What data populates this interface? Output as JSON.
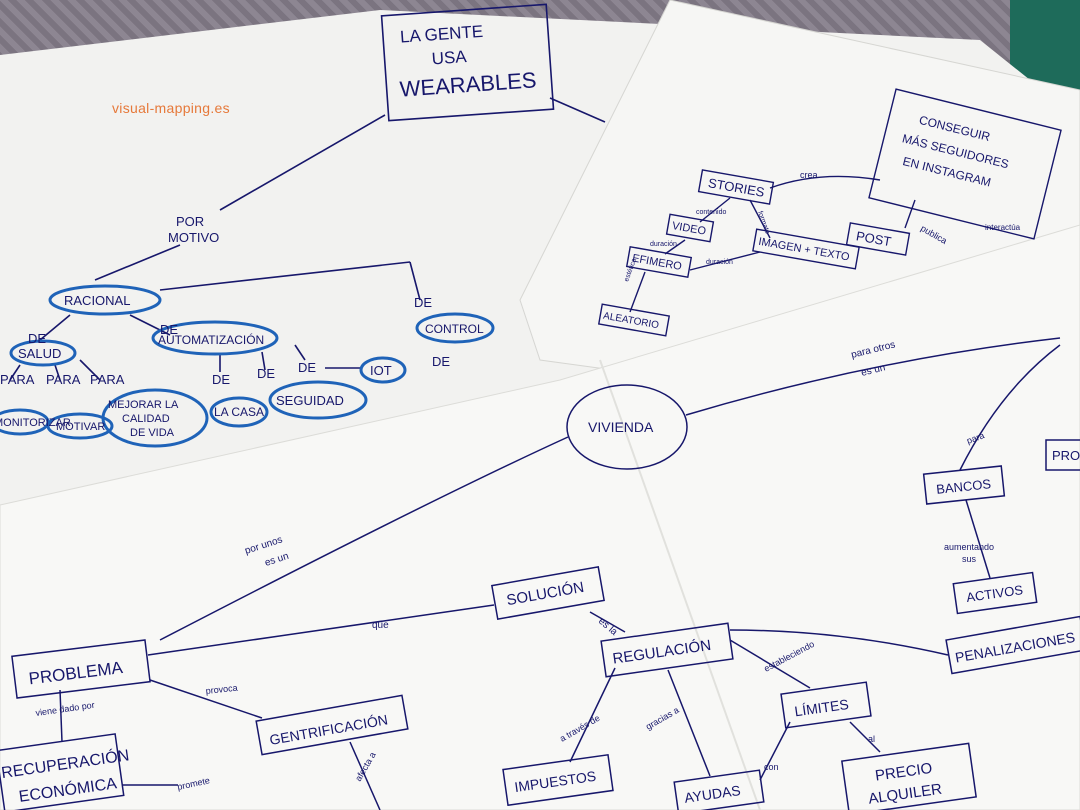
{
  "watermark": "visual-mapping.es",
  "colors": {
    "ink": "#17176b",
    "highlight": "#1f63b8",
    "paper": "#f4f4f2",
    "watermark": "#e6793a"
  },
  "map_wearables": {
    "center": [
      "LA GENTE",
      "USA",
      "WEARABLES"
    ],
    "link_motivo": [
      "POR",
      "MOTIVO"
    ],
    "racional": "RACIONAL",
    "de_salud_de": "DE",
    "salud": "SALUD",
    "para1": "PARA",
    "para2": "PARA",
    "para3": "PARA",
    "monitorizar": "MONITORIZAR",
    "motivar": "MOTIVAR",
    "calidad": [
      "MEJORAR LA",
      "CALIDAD",
      "DE VIDA"
    ],
    "de_auto": "DE",
    "automatizacion": "AUTOMATIZACIÓN",
    "de_casa": "DE",
    "de_seg": "DE",
    "de_iot": "DE",
    "la_casa": "LA CASA",
    "seguridad": "SEGUIDAD",
    "iot": "IOT",
    "de_control": "DE",
    "control": "CONTROL",
    "de_low": "DE"
  },
  "map_instagram": {
    "center": [
      "CONSEGUIR",
      "MÁS SEGUIDORES",
      "EN INSTAGRAM"
    ],
    "crea": "crea",
    "publica": "publica",
    "interactua": "interactúa",
    "stories": "STORIES",
    "post": "POST",
    "video": "VIDEO",
    "imagen_texto": "IMAGEN + TEXTO",
    "efimero": "EFIMERO",
    "aleatorio": "ALEATORIO",
    "duracion1": "duración",
    "duracion2": "duración",
    "contenido": "contenido",
    "formato": "formato",
    "estetica": "estética"
  },
  "map_vivienda": {
    "center": "VIVIENDA",
    "por_unos": [
      "por unos",
      "es un"
    ],
    "para_otros": [
      "para otros",
      "es un"
    ],
    "problema": "PROBLEMA",
    "solucion": "SOLUCIÓN",
    "que": "que",
    "es_la": "es la",
    "regulacion": "REGULACIÓN",
    "viene_dado": "viene dado por",
    "provoca": "provoca",
    "gentrificacion": "GENTRIFICACIÓN",
    "recuperacion": [
      "RECUPERACIÓN",
      "ECONÓMICA"
    ],
    "promete": "promete",
    "afecta_a": "afecta a",
    "a_traves": "a través de",
    "gracias_a": "gracias a",
    "estableciendo": "estableciendo",
    "impuestos": "IMPUESTOS",
    "ayudas": "AYUDAS",
    "limites": "LÍMITES",
    "con": "con",
    "al": "al",
    "precio": [
      "PRECIO",
      "ALQUILER"
    ],
    "penalizaciones": "PENALIZACIONES",
    "para": "para",
    "bancos": "BANCOS",
    "aumentando": [
      "aumentando",
      "sus"
    ],
    "activos": "ACTIVOS",
    "pro": "PRO"
  }
}
